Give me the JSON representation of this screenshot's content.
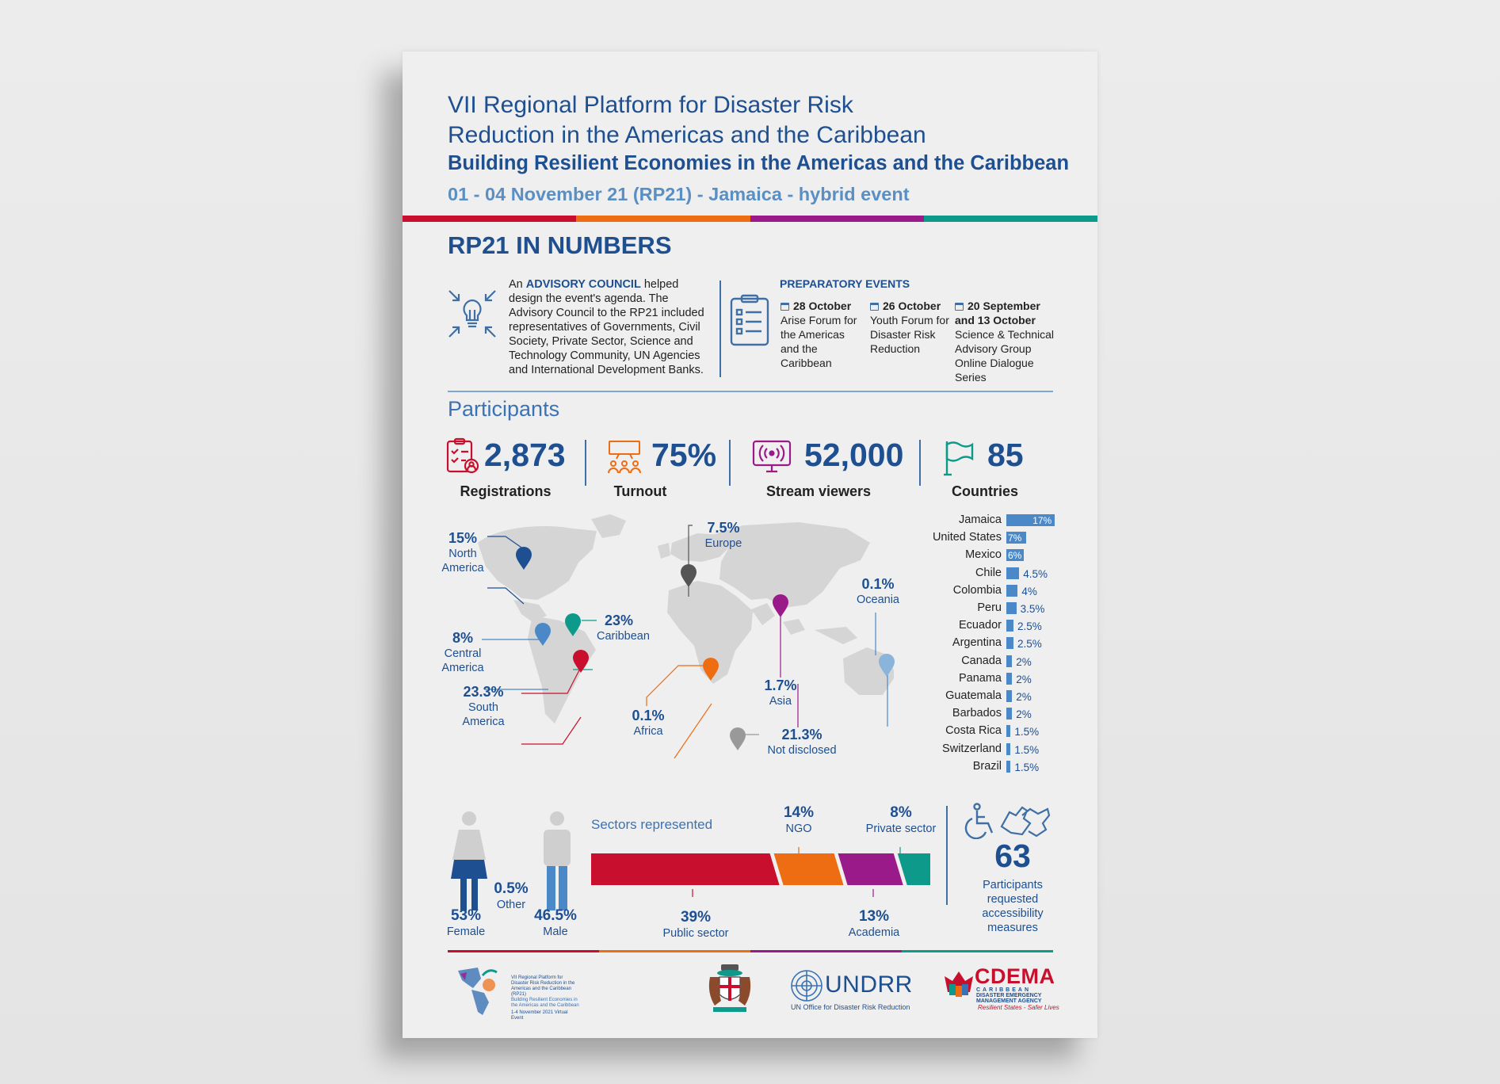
{
  "header": {
    "title_line1": "VII Regional Platform for Disaster Risk",
    "title_line2": "Reduction in the Americas and the Caribbean",
    "subtitle": "Building Resilient Economies in the Americas and the Caribbean",
    "dates": "01 - 04 November 21 (RP21) - Jamaica - hybrid event"
  },
  "colors": {
    "red": "#c8102e",
    "orange": "#ee6c12",
    "purple": "#9b1a8a",
    "teal": "#0e9a8a",
    "blue": "#1d4f91",
    "light_blue": "#4a88c7"
  },
  "section_title": "RP21 IN NUMBERS",
  "advisory": {
    "intro": "An",
    "highlight": "ADVISORY COUNCIL",
    "text": "helped design the event's agenda. The Advisory Council to the RP21 included representatives of Governments, Civil Society, Private Sector, Science and Technology Community, UN Agencies and International Development Banks.",
    "icon": "lightbulb-icon"
  },
  "preparatory": {
    "heading": "PREPARATORY EVENTS",
    "icon": "checklist-icon",
    "events": [
      {
        "date": "28 October",
        "desc": "Arise Forum for the Americas and the Caribbean"
      },
      {
        "date": "26 October",
        "desc": "Youth Forum for Disaster Risk Reduction"
      },
      {
        "date": "20 September and 13 October",
        "desc": "Science & Technical Advisory Group Online Dialogue Series"
      }
    ]
  },
  "participants": {
    "heading": "Participants",
    "stats": [
      {
        "value": "2,873",
        "label": "Registrations",
        "icon": "clipboard-user-icon"
      },
      {
        "value": "75%",
        "label": "Turnout",
        "icon": "audience-icon"
      },
      {
        "value": "52,000",
        "label": "Stream viewers",
        "icon": "broadcast-monitor-icon"
      },
      {
        "value": "85",
        "label": "Countries",
        "icon": "flag-icon"
      }
    ]
  },
  "regions": [
    {
      "pct": "15%",
      "name": "North America"
    },
    {
      "pct": "7.5%",
      "name": "Europe"
    },
    {
      "pct": "0.1%",
      "name": "Oceania"
    },
    {
      "pct": "23%",
      "name": "Caribbean"
    },
    {
      "pct": "8%",
      "name": "Central America"
    },
    {
      "pct": "23.3%",
      "name": "South America"
    },
    {
      "pct": "1.7%",
      "name": "Asia"
    },
    {
      "pct": "0.1%",
      "name": "Africa"
    },
    {
      "pct": "21.3%",
      "name": "Not disclosed"
    }
  ],
  "chart_data": {
    "type": "bar",
    "orientation": "horizontal",
    "categories": [
      "Jamaica",
      "United States",
      "Mexico",
      "Chile",
      "Colombia",
      "Peru",
      "Ecuador",
      "Argentina",
      "Canada",
      "Panama",
      "Guatemala",
      "Barbados",
      "Costa Rica",
      "Switzerland",
      "Brazil"
    ],
    "values": [
      17,
      7,
      6,
      4.5,
      4,
      3.5,
      2.5,
      2.5,
      2,
      2,
      2,
      2,
      1.5,
      1.5,
      1.5
    ],
    "labels": [
      "17%",
      "7%",
      "6%",
      "4.5%",
      "4%",
      "3.5%",
      "2.5%",
      "2.5%",
      "2%",
      "2%",
      "2%",
      "2%",
      "1.5%",
      "1.5%",
      "1.5%"
    ]
  },
  "gender": [
    {
      "pct": "53%",
      "label": "Female"
    },
    {
      "pct": "0.5%",
      "label": "Other"
    },
    {
      "pct": "46.5%",
      "label": "Male"
    }
  ],
  "sectors": {
    "heading": "Sectors represented",
    "items": [
      {
        "pct": "39%",
        "label": "Public sector",
        "value": 39
      },
      {
        "pct": "14%",
        "label": "NGO",
        "value": 14
      },
      {
        "pct": "13%",
        "label": "Academia",
        "value": 13
      },
      {
        "pct": "8%",
        "label": "Private sector",
        "value": 8
      }
    ]
  },
  "accessibility": {
    "value": "63",
    "text": "Participants requested accessibility measures",
    "icons": [
      "wheelchair-icon",
      "sign-language-icon"
    ]
  },
  "footer": {
    "rp21_logo_text": "VII Regional Platform for Disaster Risk Reduction in the Americas and the Caribbean (RP21)",
    "rp21_logo_sub": "Building Resilient Economies in the Americas and the Caribbean",
    "rp21_logo_date": "1-4 November 2021 Virtual Event",
    "undrr": "UNDRR",
    "undrr_sub": "UN Office for Disaster Risk Reduction",
    "cdema": "CDEMA",
    "cdema_sub1": "CARIBBEAN",
    "cdema_sub2": "DISASTER EMERGENCY",
    "cdema_sub3": "MANAGEMENT AGENCY",
    "cdema_tag": "Resilient States - Safer Lives"
  }
}
